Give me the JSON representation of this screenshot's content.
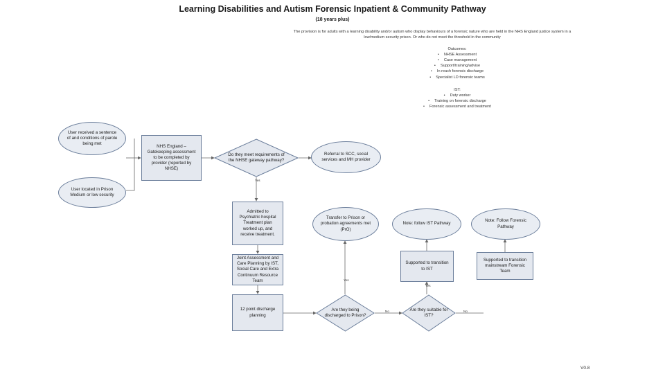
{
  "header": {
    "title": "Learning Disabilities and Autism Forensic Inpatient & Community Pathway",
    "subtitle": "(18 years plus)",
    "intro": "The provision is for adults with a learning disability and/or autism who display behaviours of a forensic nature who are held in the NHS England justice system in a low/medium security prison. Or who do not meet the threshold in the community"
  },
  "outcomes": {
    "heading": "Outcomes:",
    "items": [
      "NHSE Assessment",
      "Case management",
      "Support/training/advise",
      "In reach forensic discharge",
      "Specialist LD forensic teams"
    ]
  },
  "ist": {
    "heading": "IST:",
    "items": [
      "Duty worker",
      "Training on forensic discharge",
      "Forensic assessment and treatment"
    ]
  },
  "nodes": {
    "start1": "User received a sentence of and conditions of parole being met",
    "start2": "User located in Prison Medium or low security",
    "gatekeeping": "NHS England – Gatekeeping assessment to be completed by provider (reported by NHSE)",
    "decision_meet": "Do they meet requirements of the NHSE gateway pathway?",
    "referral": "Referral to SCC, social services and MH provider",
    "admission": "Admitted to Psychiatric hospital Treatment plan worked up, and receive treatment.",
    "transfer_prison": "Transfer to Prison or probation agreements met (PrO)",
    "note_ist": "Note: follow IST Pathway",
    "note_forensic": "Note: Follow Forensic Pathway",
    "joint_assessment": "Joint Assessment and Care Planning by IST, Social Care and Extra Continuum Resource Team",
    "supported_ist": "Supported to transition to IST",
    "supported_forensic": "Supported to transition mainstream Forensic Team",
    "discharge_planning": "12 point discharge planning",
    "decision_prison": "Are they being discharged to Prison?",
    "decision_ist": "Are they suitable for IST?"
  },
  "labels": {
    "yes_meet": "Yes",
    "yes_prison": "Yes",
    "no_prison": "No",
    "yes_ist": "Yes",
    "no_ist": "No"
  },
  "footer": {
    "version": "V0.8"
  },
  "colors": {
    "shape_fill": "#e4e8ef",
    "shape_border": "#6a7d9a",
    "connector": "#666666"
  }
}
